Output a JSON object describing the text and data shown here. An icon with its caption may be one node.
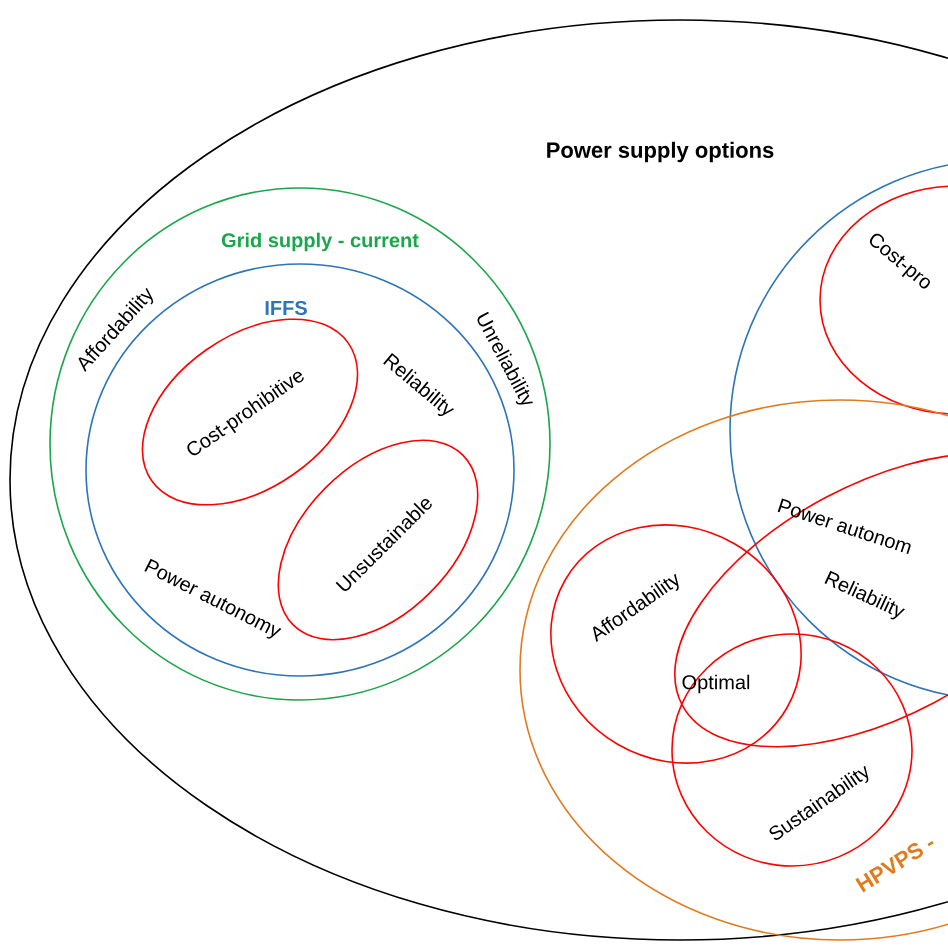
{
  "diagram": {
    "nodes": [
      {
        "text": [
          "Power supply options"
        ]
      },
      {
        "text": [
          "Grid supply - current",
          "Affordability",
          "Unreliability"
        ],
        "in": 0
      },
      {
        "text": [
          "IFFS",
          "Reliability",
          "Power autonomy"
        ],
        "in": 1
      },
      {
        "text": [
          "Cost-prohibitive"
        ],
        "in": 2
      },
      {
        "text": [
          "Unsustainable"
        ],
        "in": 2
      },
      {
        "text": [],
        "shape": "circle",
        "in": 0
      },
      {
        "text": [
          "Cost-pro"
        ],
        "in": 5
      },
      {
        "text": [
          "HPVPS -"
        ],
        "in": 0
      },
      {
        "text": [
          "Affordability"
        ],
        "in": 7
      },
      {
        "text": [
          "Power autonom",
          "Reliability"
        ],
        "in": 7
      },
      {
        "text": [
          "Sustainability"
        ],
        "in": 7
      }
    ],
    "labels": [
      "Optimal"
    ]
  }
}
